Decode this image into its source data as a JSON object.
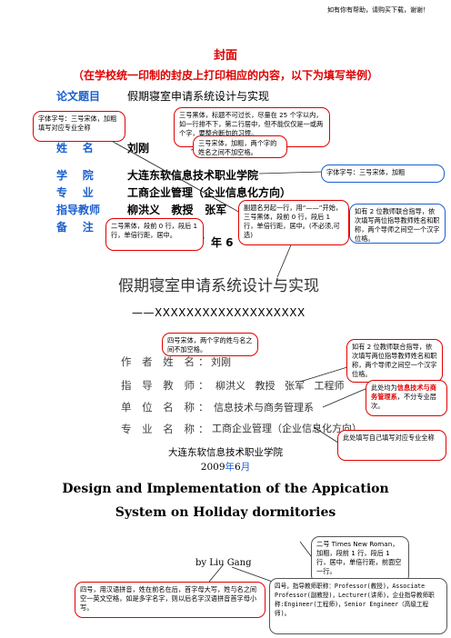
{
  "header_note": "如有你有帮助，请购买下载，谢谢！",
  "cover": {
    "title": "封面",
    "note": "（在学校统一印制的封皮上打印相应的内容，以下为填写举例）",
    "rows": [
      {
        "label": "论文题目",
        "value": "假期寝室申请系统设计与实现"
      },
      {
        "label": "姓    名",
        "value": "刘刚"
      },
      {
        "label": "学    院",
        "value": "大连东软信息技术职业学院"
      },
      {
        "label": "专    业",
        "value": "工商企业管理（企业信息化方向）"
      },
      {
        "label": "指导教师",
        "value": "柳洪义   教授   张军"
      },
      {
        "label": "备    注",
        "value": ""
      }
    ],
    "year_fragment": "年 6"
  },
  "title_page": {
    "title": "假期寝室申请系统设计与实现",
    "subtitle": "——XXXXXXXXXXXXXXXXXXX",
    "info": [
      {
        "label": "作 者 姓 名：",
        "value": "刘刚"
      },
      {
        "label": "指 导 教 师：",
        "value": "柳洪义   教授   张军   工程师"
      },
      {
        "label": "单 位 名 称：",
        "value": "信息技术与商务管理系"
      },
      {
        "label": "专 业 名 称：",
        "value": "工商企业管理（企业信息化方向）"
      }
    ],
    "school": "大连东软信息技术职业学院",
    "date_year": "2009",
    "date_year_unit": "年",
    "date_month": "6",
    "date_month_unit": "月",
    "en_title_line1": "Design and Implementation of the Appication",
    "en_title_line2": "System on Holiday dormitories",
    "en_author": "by Liu Gang"
  },
  "callouts": {
    "c1": "字体字号：三号宋体，加粗\n填写对应专业全称",
    "c2": "三号黑体，标题不可过长，尽量在 25 个字以内，如一行排不下，第二行居中，但不能仅仅是一或两个字，要整合断句的习惯。",
    "c3": "三号宋体，加粗，两个字的姓名之间不加空格。",
    "c4": "字体字号：三号宋体，加粗",
    "c5": "二号黑体，段前 0 行，段后 1 行，单倍行距，居中。",
    "c6": "副题名另起一行，用“——”开始，三号黑体，段前 0 行，段后 1 行，单倍行距，居中。(不必须,可选)",
    "c7": "如有 2 位教师联合指导，依次填写两位指导教师姓名和职称，两个导师之间空一个汉字位格。",
    "c8": "四号宋体，两个字的姓与名之间不加空格。",
    "c9": "如有 2 位教师联合指导，依次填写两位指导教师姓名和职称，两个导师之间空一个汉字位格。",
    "c10_prefix": "此处均为",
    "c10_highlight": "信息技术与商务管理系",
    "c10_suffix": "，不分专业层次。",
    "c11": "此处填写自己填写对应专业全称",
    "c12": "二号 Times New Roman，加粗，段前 1 行，段后 1 行，居中，单倍行距，前面空一行。",
    "c13": "四号，用汉语拼音，姓在前名在后，首字母大写，姓与名之间空一英文空格，如是多字名字，则以后名字汉语拼音首字母小写。",
    "c14": "四号，指导教师职称：Professor(教授)，Associate Professor(副教授)，Lecturer(讲师)，企业指导教师职称:Engineer(工程师)，Senior Engineer（高级工程师)。"
  }
}
